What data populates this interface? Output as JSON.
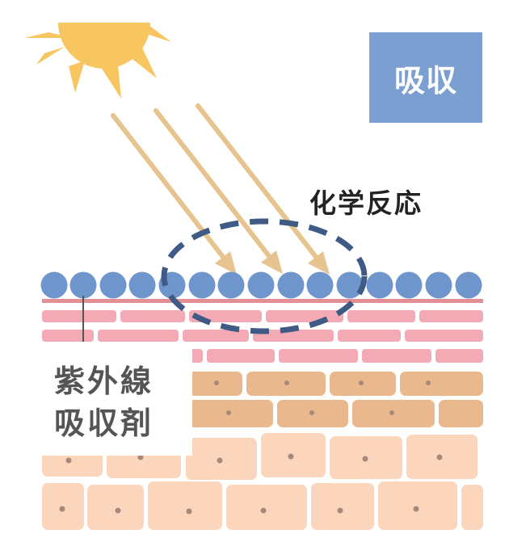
{
  "badge": {
    "label": "吸収",
    "color": "#7b9fd1"
  },
  "reaction_label": "化学反応",
  "absorber_label": {
    "line1": "紫外線",
    "line2": "吸収剤"
  },
  "colors": {
    "sun": "#f7c660",
    "uv_ray": "#e7c48f",
    "absorber_particle": "#6f95cd",
    "reaction_zone": "#3e5a85",
    "skin_surface_line": "#e38f96",
    "upper_layer": "#f3aab5",
    "middle_layer": "#e9b88d",
    "lower_layer": "#fbd6bd",
    "nucleus": "#a58a7c"
  }
}
